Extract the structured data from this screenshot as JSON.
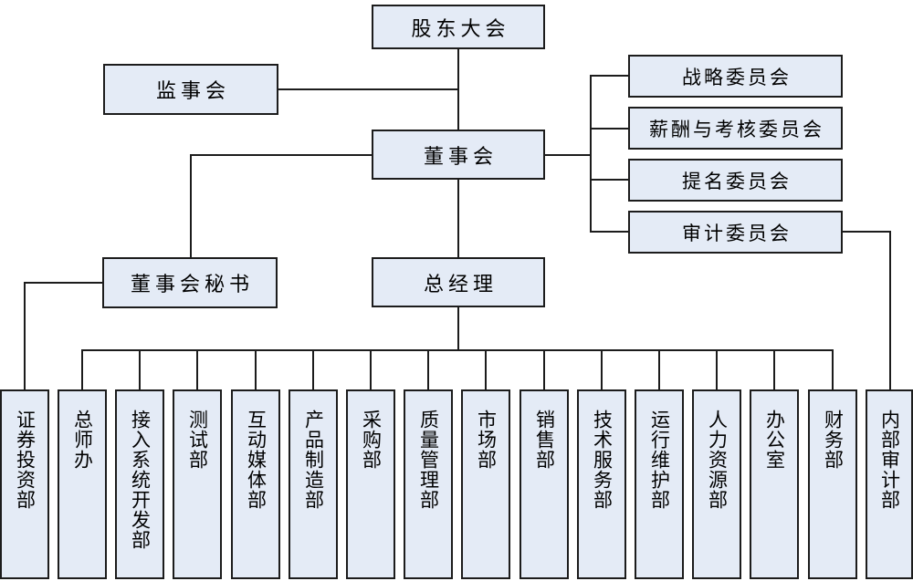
{
  "diagram_type": "org-chart",
  "colors": {
    "box_fill": "#e4ebf6",
    "box_border": "#1c1c1c",
    "connector": "#1c1c1c",
    "text": "#000000",
    "background": "#ffffff"
  },
  "nodes": {
    "shareholders": {
      "label": "股东大会"
    },
    "supervisory": {
      "label": "监事会"
    },
    "board": {
      "label": "董事会"
    },
    "board_secretary": {
      "label": "董事会秘书"
    },
    "general_manager": {
      "label": "总经理"
    }
  },
  "committees": [
    {
      "label": "战略委员会"
    },
    {
      "label": "薪酬与考核委员会"
    },
    {
      "label": "提名委员会"
    },
    {
      "label": "审计委员会"
    }
  ],
  "departments": [
    {
      "label": "证券投资部"
    },
    {
      "label": "总师办"
    },
    {
      "label": "接入系统开发部"
    },
    {
      "label": "测试部"
    },
    {
      "label": "互动媒体部"
    },
    {
      "label": "产品制造部"
    },
    {
      "label": "采购部"
    },
    {
      "label": "质量管理部"
    },
    {
      "label": "市场部"
    },
    {
      "label": "销售部"
    },
    {
      "label": "技术服务部"
    },
    {
      "label": "运行维护部"
    },
    {
      "label": "人力资源部"
    },
    {
      "label": "办公室"
    },
    {
      "label": "财务部"
    },
    {
      "label": "内部审计部"
    }
  ],
  "edges": [
    {
      "from": "股东大会",
      "to": "董事会"
    },
    {
      "from": "监事会",
      "to": "董事会"
    },
    {
      "from": "董事会",
      "to": "战略委员会"
    },
    {
      "from": "董事会",
      "to": "薪酬与考核委员会"
    },
    {
      "from": "董事会",
      "to": "提名委员会"
    },
    {
      "from": "董事会",
      "to": "审计委员会"
    },
    {
      "from": "董事会",
      "to": "董事会秘书"
    },
    {
      "from": "董事会",
      "to": "总经理"
    },
    {
      "from": "董事会秘书",
      "to": "证券投资部"
    },
    {
      "from": "总经理",
      "to": "总师办"
    },
    {
      "from": "总经理",
      "to": "接入系统开发部"
    },
    {
      "from": "总经理",
      "to": "测试部"
    },
    {
      "from": "总经理",
      "to": "互动媒体部"
    },
    {
      "from": "总经理",
      "to": "产品制造部"
    },
    {
      "from": "总经理",
      "to": "采购部"
    },
    {
      "from": "总经理",
      "to": "质量管理部"
    },
    {
      "from": "总经理",
      "to": "市场部"
    },
    {
      "from": "总经理",
      "to": "销售部"
    },
    {
      "from": "总经理",
      "to": "技术服务部"
    },
    {
      "from": "总经理",
      "to": "运行维护部"
    },
    {
      "from": "总经理",
      "to": "人力资源部"
    },
    {
      "from": "总经理",
      "to": "办公室"
    },
    {
      "from": "总经理",
      "to": "财务部"
    },
    {
      "from": "审计委员会",
      "to": "内部审计部"
    }
  ]
}
